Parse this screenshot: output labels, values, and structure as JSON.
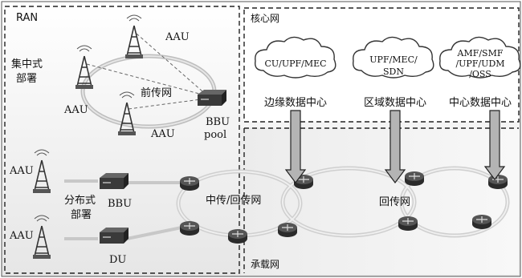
{
  "ran": {
    "title": "RAN",
    "centralized_label_1": "集中式",
    "centralized_label_2": "部署",
    "fronthaul_label": "前传网",
    "aau_label": "AAU",
    "bbu_pool_label_1": "BBU",
    "bbu_pool_label_2": "pool",
    "distributed_label_1": "分布式",
    "distributed_label_2": "部署",
    "bbu_label": "BBU",
    "du_label": "DU"
  },
  "core": {
    "title": "核心网",
    "clouds": [
      {
        "line1": "CU/UPF/MEC",
        "line2": "",
        "line3": "",
        "line4": "",
        "caption": "边缘数据中心"
      },
      {
        "line1": "UPF/MEC/",
        "line2": "SDN",
        "line3": "",
        "line4": "",
        "caption": "区域数据中心"
      },
      {
        "line1": "AMF/SMF",
        "line2": "/UPF/UDM",
        "line3": "/OSS",
        "line4": "",
        "caption": "中心数据中心"
      }
    ]
  },
  "transport": {
    "title": "承载网",
    "midhaul_backhaul_label": "中传/回传网",
    "backhaul_label": "回传网"
  },
  "icons": {
    "antenna": "cell-tower-icon",
    "router": "router-icon",
    "server": "bbu-server-icon",
    "cloud": "cloud-icon"
  },
  "colors": {
    "line": "#222222",
    "ring_light": "#d4d4d4",
    "arrow_fill": "#b4b4b4",
    "router": "#3a3a3a"
  }
}
